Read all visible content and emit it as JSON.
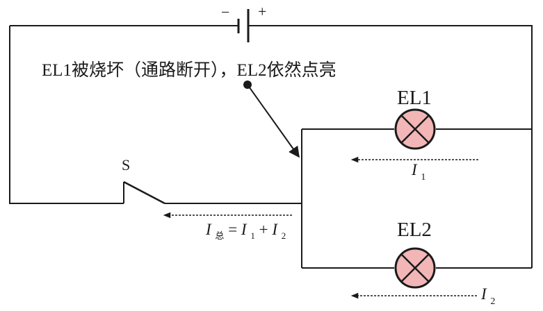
{
  "battery": {
    "minus_label": "−",
    "plus_label": "+"
  },
  "annotation": {
    "text": "EL1被烧坏（通路断开），EL2依然点亮"
  },
  "switch": {
    "label": "S"
  },
  "lamps": {
    "el1": {
      "label": "EL1"
    },
    "el2": {
      "label": "EL2"
    }
  },
  "currents": {
    "i1": {
      "symbol": "I",
      "subscript": "1"
    },
    "i2": {
      "symbol": "I",
      "subscript": "2"
    },
    "total": {
      "symbol": "I",
      "subscript": "总",
      "equals": "=",
      "term1_symbol": "I",
      "term1_sub": "1",
      "plus": "+",
      "term2_symbol": "I",
      "term2_sub": "2"
    }
  },
  "colors": {
    "wire": "#1a1a1a",
    "lamp_fill": "#f2b6b6",
    "lamp_stroke": "#1a1a1a"
  }
}
